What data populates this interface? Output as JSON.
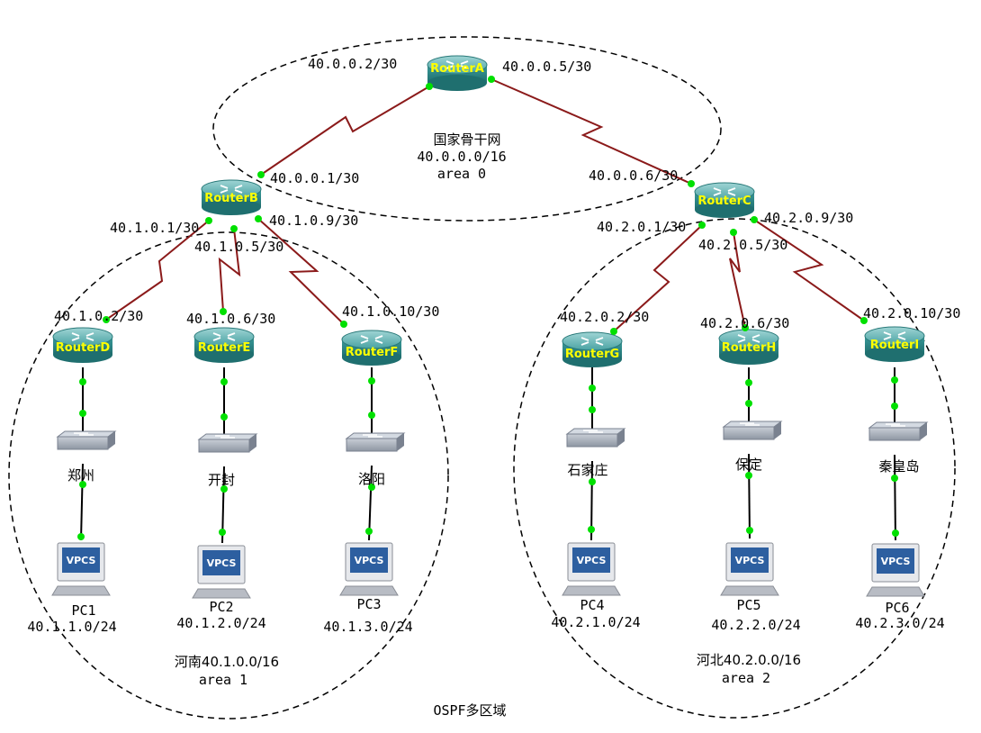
{
  "backbone": {
    "title": "国家骨干网",
    "network": "40.0.0.0/16",
    "area": "area 0"
  },
  "henan": {
    "title": "河南40.1.0.0/16",
    "area": "area 1"
  },
  "hebei": {
    "title": "河北40.2.0.0/16",
    "area": "area 2"
  },
  "footer": "OSPF多区域",
  "routers": {
    "A": "RouterA",
    "B": "RouterB",
    "C": "RouterC",
    "D": "RouterD",
    "E": "RouterE",
    "F": "RouterF",
    "G": "RouterG",
    "H": "RouterH",
    "I": "RouterI"
  },
  "switches": {
    "zhengzhou": "郑州",
    "kaifeng": "开封",
    "luoyang": "洛阳",
    "shijiazhuang": "石家庄",
    "baoding": "保定",
    "qinhuangdao": "秦皇岛"
  },
  "pcs": {
    "pc1": {
      "name": "PC1",
      "net": "40.1.1.0/24",
      "badge": "VPCS"
    },
    "pc2": {
      "name": "PC2",
      "net": "40.1.2.0/24",
      "badge": "VPCS"
    },
    "pc3": {
      "name": "PC3",
      "net": "40.1.3.0/24",
      "badge": "VPCS"
    },
    "pc4": {
      "name": "PC4",
      "net": "40.2.1.0/24",
      "badge": "VPCS"
    },
    "pc5": {
      "name": "PC5",
      "net": "40.2.2.0/24",
      "badge": "VPCS"
    },
    "pc6": {
      "name": "PC6",
      "net": "40.2.3.0/24",
      "badge": "VPCS"
    }
  },
  "ips": {
    "a_b": "40.0.0.2/30",
    "a_c": "40.0.0.5/30",
    "b_a": "40.0.0.1/30",
    "c_a": "40.0.0.6/30",
    "b_d": "40.1.0.1/30",
    "b_e": "40.1.0.5/30",
    "b_f": "40.1.0.9/30",
    "d_b": "40.1.0.2/30",
    "e_b": "40.1.0.6/30",
    "f_b": "40.1.0.10/30",
    "c_g": "40.2.0.1/30",
    "c_h": "40.2.0.5/30",
    "c_i": "40.2.0.9/30",
    "g_c": "40.2.0.2/30",
    "h_c": "40.2.0.6/30",
    "i_c": "40.2.0.10/30"
  },
  "colors": {
    "serial_link": "#8b1a1a",
    "port": "#00e000",
    "router": "#2e8c8c",
    "router_label": "#ffff00"
  }
}
